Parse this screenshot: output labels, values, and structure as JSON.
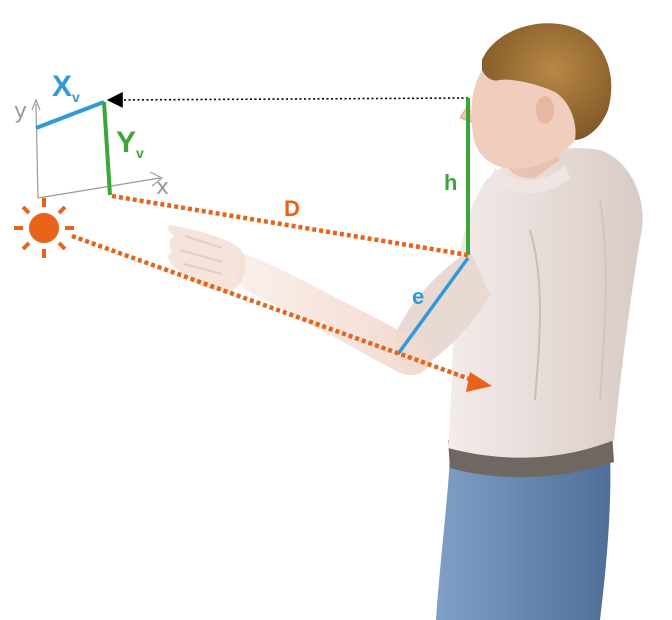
{
  "labels": {
    "xv_main": "X",
    "xv_sub": "v",
    "yv_main": "Y",
    "yv_sub": "v",
    "axis_y": "y",
    "axis_x": "x",
    "distance": "D",
    "height": "h",
    "extension": "e"
  },
  "colors": {
    "blue": "#2f9ad7",
    "green": "#3aa63a",
    "orange": "#e8621a",
    "axis_gray": "#9a9a9a",
    "shirt": "#ece3df",
    "shirt_shadow": "#d4c6c1",
    "skin": "#f1d2c3",
    "skin_shadow": "#e2b7a4",
    "hair": "#9a6a32",
    "jeans": "#6d8fb8",
    "belt": "#6e6762"
  },
  "icons": {
    "light_source": "sun-icon"
  }
}
